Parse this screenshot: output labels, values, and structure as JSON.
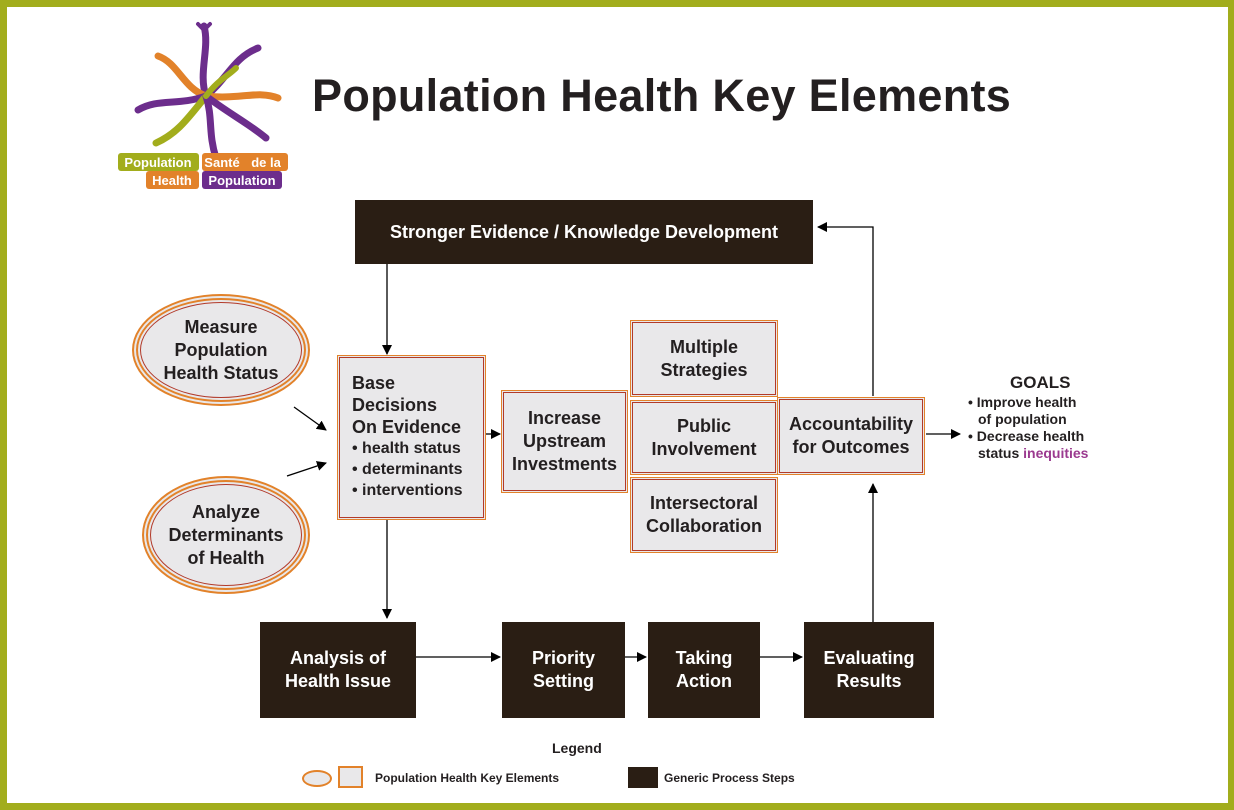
{
  "logo": {
    "text_en_1": "Population",
    "text_en_2": "Health",
    "text_fr_1": "Santé",
    "text_fr_2": "de la",
    "text_fr_3": "Population"
  },
  "title": "Population Health Key Elements",
  "nodes": {
    "stronger_evidence": "Stronger Evidence / Knowledge Development",
    "measure": [
      "Measure",
      "Population",
      "Health Status"
    ],
    "analyze": [
      "Analyze",
      "Determinants",
      "of Health"
    ],
    "base_decisions": {
      "lines": [
        "Base",
        "Decisions",
        "On Evidence"
      ],
      "bullets": [
        "• health status",
        "• determinants",
        "• interventions"
      ]
    },
    "upstream": [
      "Increase",
      "Upstream",
      "Investments"
    ],
    "multiple": [
      "Multiple",
      "Strategies"
    ],
    "public": [
      "Public",
      "Involvement"
    ],
    "intersectoral": [
      "Intersectoral",
      "Collaboration"
    ],
    "accountability": [
      "Accountability",
      "for Outcomes"
    ],
    "analysis": [
      "Analysis of",
      "Health Issue"
    ],
    "priority": [
      "Priority",
      "Setting"
    ],
    "taking": [
      "Taking",
      "Action"
    ],
    "evaluating": [
      "Evaluating",
      "Results"
    ]
  },
  "goals": {
    "heading": "GOALS",
    "item1_a": "• Improve health",
    "item1_b": "of population",
    "item2_a": "• Decrease health",
    "item2_b_prefix": "status ",
    "item2_b_highlight": "inequities"
  },
  "legend": {
    "title": "Legend",
    "key_label": "Population Health Key Elements",
    "generic_label": "Generic Process Steps"
  },
  "colors": {
    "frame": "#a2ad1c",
    "box_fill": "#e9e8ea",
    "box_border": "#e2822a",
    "dark_box": "#2a1e14",
    "highlight": "#9b3a8f"
  }
}
